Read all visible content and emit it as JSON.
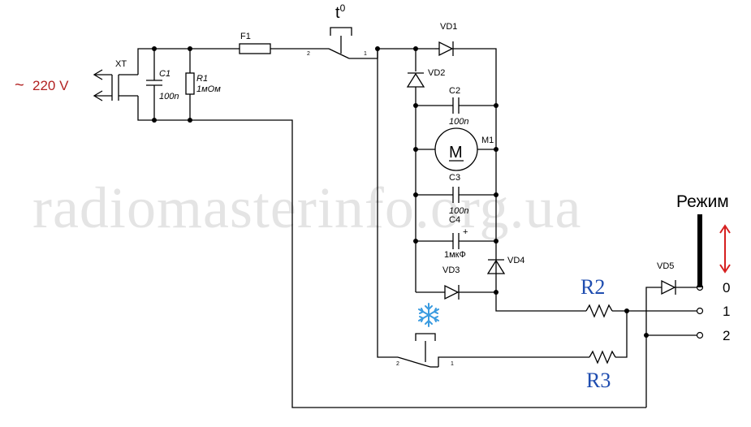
{
  "watermark": "radiomasterinfo.org.ua",
  "supply": {
    "symbol": "~",
    "text": "220 V",
    "color": "#b22222"
  },
  "components": {
    "xt": "XT",
    "c1": "C1",
    "c1_val": "100n",
    "r1": "R1",
    "r1_val": "1мОм",
    "f1": "F1",
    "thermostat": "t",
    "thermostat_sup": "0",
    "vd1": "VD1",
    "vd2": "VD2",
    "c2": "C2",
    "c2_val": "100n",
    "m1": "M1",
    "motor_symbol": "M",
    "c3": "C3",
    "c3_val": "100n",
    "c4": "C4",
    "c4_val": "1мкФ",
    "c4_plus": "+",
    "vd3": "VD3",
    "vd4": "VD4",
    "vd5": "VD5",
    "r2": "R2",
    "r3": "R3"
  },
  "switch_pins": {
    "one": "1",
    "two": "2"
  },
  "mode": {
    "title": "Режим",
    "positions": [
      "0",
      "1",
      "2"
    ],
    "arrow_color": "#d62020"
  },
  "snowflake_color": "#3a9be0"
}
